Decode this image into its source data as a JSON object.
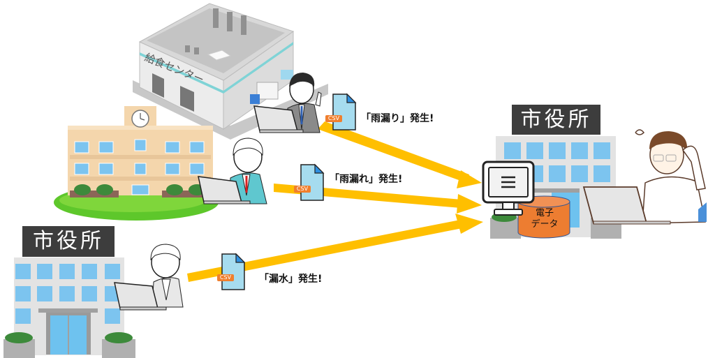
{
  "diagram": {
    "title": "",
    "sources": [
      {
        "id": "kyushoku-center",
        "building_label": "給食センター",
        "report_text": "「雨漏り」発生!",
        "file_type": "CSV"
      },
      {
        "id": "school",
        "building_label": "",
        "report_text": "「雨漏れ」発生!",
        "file_type": "CSV"
      },
      {
        "id": "city-hall-branch",
        "building_label": "市役所",
        "report_text": "「漏水」発生!",
        "file_type": "CSV"
      }
    ],
    "destination": {
      "building_label": "市役所",
      "database_label_line1": "電子",
      "database_label_line2": "データ"
    },
    "colors": {
      "arrow": "#ffbf00",
      "csv_badge": "#f07f2e",
      "file": "#a6dcef",
      "database": "#ed7d31",
      "sign": "#3d3d3d",
      "window": "#7cc4ef",
      "grass": "#5ec72b"
    }
  }
}
